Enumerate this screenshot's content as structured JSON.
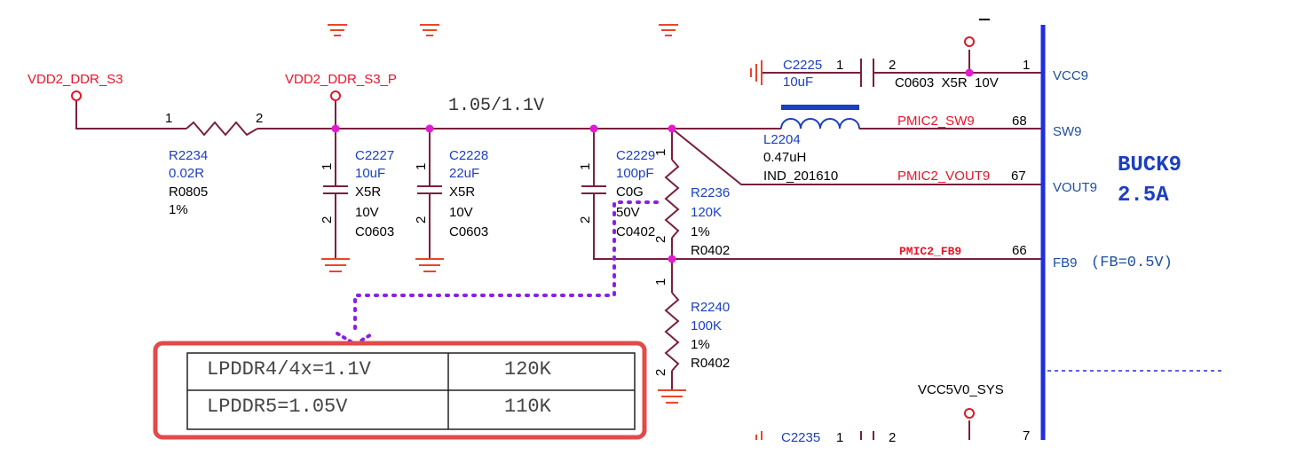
{
  "colors": {
    "wire": "#7a1f3d",
    "net_label": "#e8142a",
    "part_ref": "#1c3fbf",
    "pin_name": "#1c4fa0",
    "junction": "#e21bd0",
    "ground": "#e8462a",
    "bus": "#1f2de0",
    "dotted_callout": "#8a1fe6",
    "highlight_box": "#e34a4a"
  },
  "rails": {
    "left_net": "VDD2_DDR_S3",
    "mid_net": "VDD2_DDR_S3_P",
    "voltage_note": "1.05/1.1V",
    "vcc5v0": "VCC5V0_SYS"
  },
  "r2234": {
    "ref": "R2234",
    "value": "0.02R",
    "pkg": "R0805",
    "tol": "1%",
    "pin1": "1",
    "pin2": "2"
  },
  "c2227": {
    "ref": "C2227",
    "value": "10uF",
    "diel": "X5R",
    "volt": "10V",
    "pkg": "C0603",
    "pin1": "1",
    "pin2": "2"
  },
  "c2228": {
    "ref": "C2228",
    "value": "22uF",
    "diel": "X5R",
    "volt": "10V",
    "pkg": "C0603",
    "pin1": "1",
    "pin2": "2"
  },
  "c2229": {
    "ref": "C2229",
    "value": "100pF",
    "diel": "C0G",
    "volt": "50V",
    "pkg": "C0402",
    "pin1": "1",
    "pin2": "2"
  },
  "r2236": {
    "ref": "R2236",
    "value": "120K",
    "tol": "1%",
    "pkg": "R0402",
    "pin1": "1",
    "pin2": "2"
  },
  "r2240": {
    "ref": "R2240",
    "value": "100K",
    "tol": "1%",
    "pkg": "R0402",
    "pin1": "1",
    "pin2": "2"
  },
  "c2225": {
    "ref": "C2225",
    "value": "10uF",
    "pkg_line": "C0603  X5R  10V",
    "pin1": "1",
    "pin2": "2"
  },
  "l2204": {
    "ref": "L2204",
    "value": "0.47uH",
    "pkg": "IND_201610"
  },
  "c2235": {
    "ref": "C2235",
    "pin1": "1",
    "pin2": "2"
  },
  "pmic_pins": [
    {
      "net": "",
      "num": "1",
      "name": "VCC9"
    },
    {
      "net": "PMIC2_SW9",
      "num": "68",
      "name": "SW9"
    },
    {
      "net": "PMIC2_VOUT9",
      "num": "67",
      "name": "VOUT9"
    },
    {
      "net": "PMIC2_FB9",
      "num": "66",
      "name": "FB9",
      "note": "(FB=0.5V)"
    },
    {
      "net": "",
      "num": "7",
      "name": ""
    }
  ],
  "buck": {
    "title": "BUCK9",
    "current": "2.5A"
  },
  "table": {
    "rows": [
      {
        "voltage": "LPDDR4/4x=1.1V",
        "resistor": "120K"
      },
      {
        "voltage": "LPDDR5=1.05V",
        "resistor": "110K"
      }
    ]
  }
}
